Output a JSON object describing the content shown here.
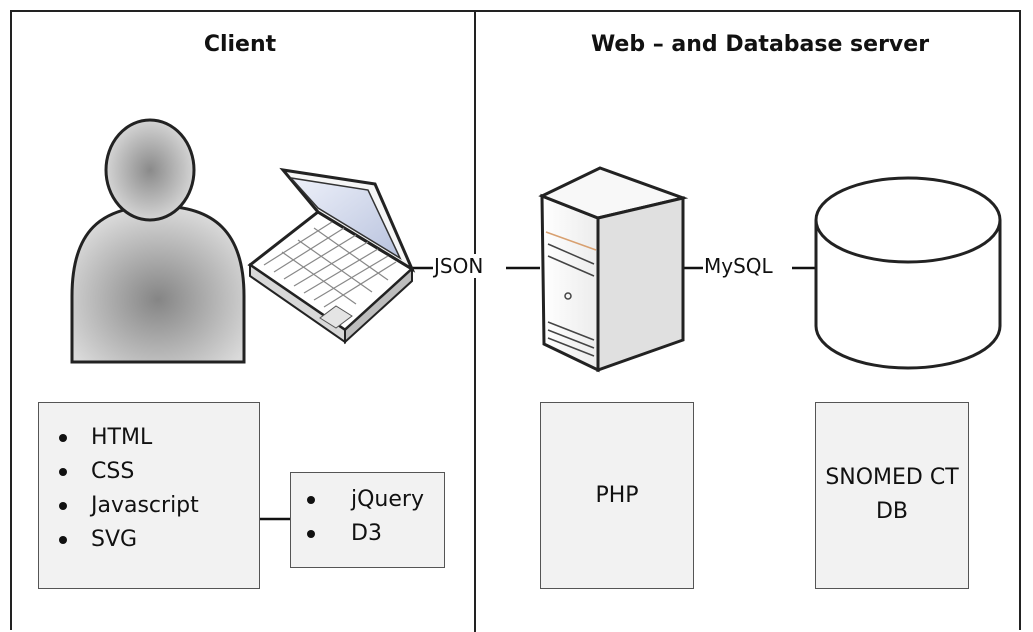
{
  "headings": {
    "client": "Client",
    "server": "Web – and Database server"
  },
  "connectors": {
    "client_to_server": "JSON",
    "server_to_database": "MySQL"
  },
  "client_technologies": [
    "HTML",
    "CSS",
    "Javascript",
    "SVG"
  ],
  "javascript_libraries": [
    "jQuery",
    "D3"
  ],
  "server_component": "PHP",
  "database_component": {
    "line1": "SNOMED CT",
    "line2": "DB"
  },
  "icons": [
    "user-icon",
    "laptop-icon",
    "server-tower-icon",
    "database-cylinder-icon"
  ]
}
